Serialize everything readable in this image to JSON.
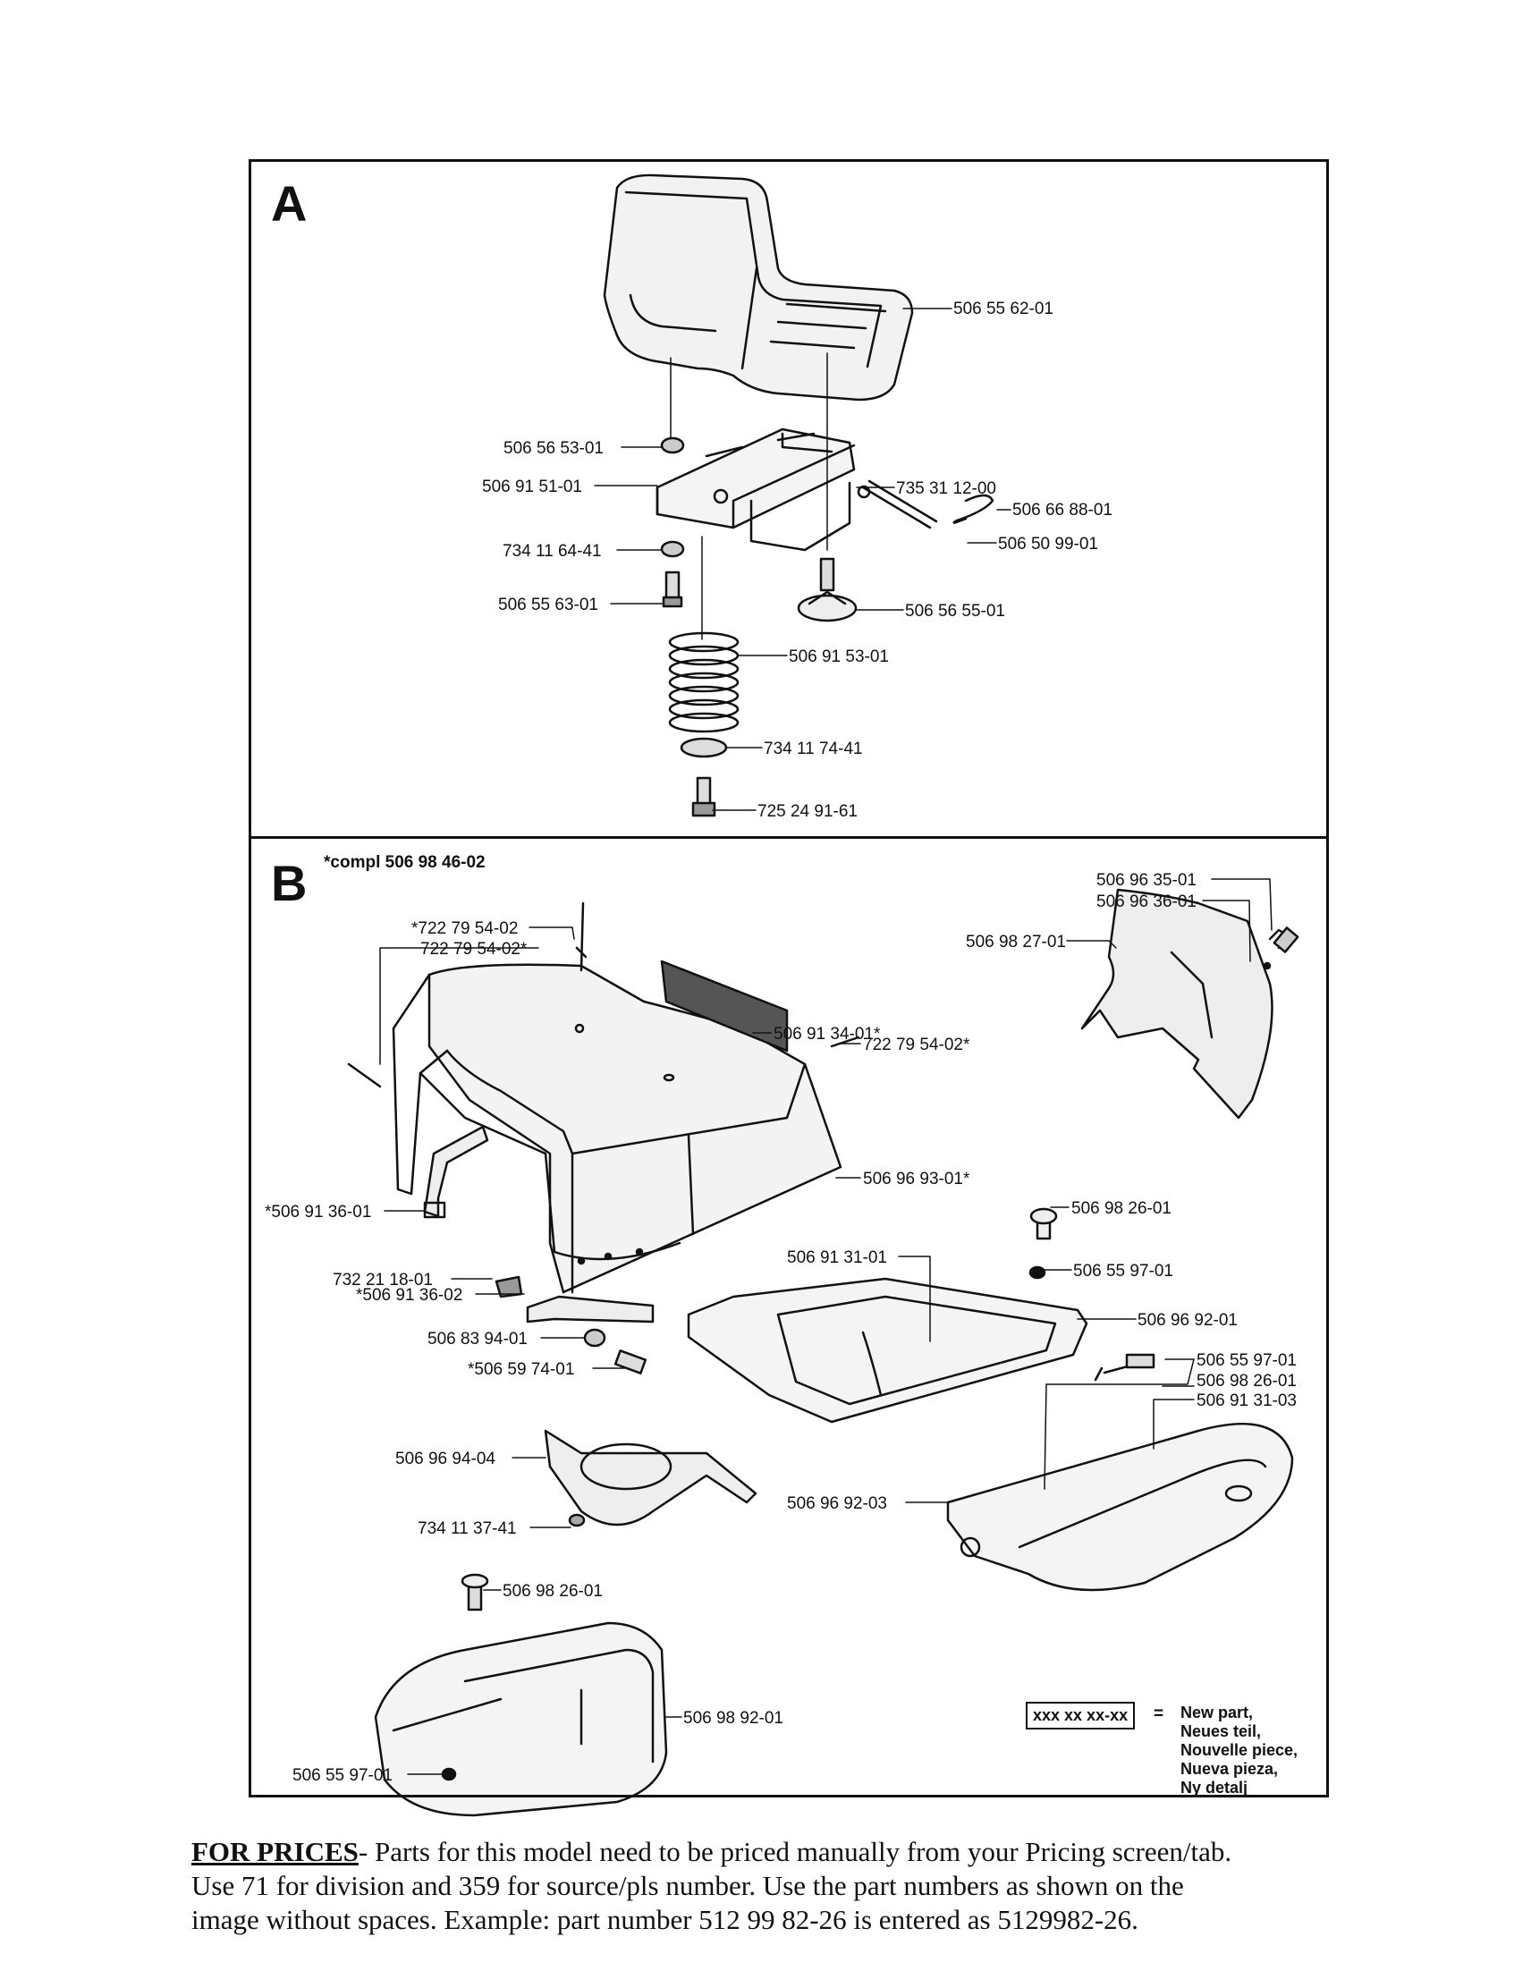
{
  "sections": {
    "a": {
      "letter": "A"
    },
    "b": {
      "letter": "B",
      "kit": "*compl 506 98 46-02"
    }
  },
  "labels_a": [
    "506 55 62-01",
    "506 56 53-01",
    "506 91 51-01",
    "735 31 12-00",
    "506 66 88-01",
    "506 50 99-01",
    "734 11 64-41",
    "506 55 63-01",
    "506 56 55-01",
    "506 91 53-01",
    "734 11 74-41",
    "725 24 91-61"
  ],
  "labels_b": [
    "506 96 35-01",
    "506 96 36-01",
    "506 98 27-01",
    "*722 79 54-02",
    "722 79 54-02*",
    "506 91 34-01*",
    "722 79 54-02*",
    "506 96 93-01*",
    "*506 91 36-01",
    "506 98 26-01",
    "506 55 97-01",
    "506 91 31-01",
    "732 21 18-01",
    "*506 91 36-02",
    "506 96 92-01",
    "506 83 94-01",
    "*506 59 74-01",
    "506 55 97-01",
    "506 98 26-01",
    "506 91 31-03",
    "506 96 94-04",
    "506 96 92-03",
    "734 11 37-41",
    "506 98 26-01",
    "506 98 92-01",
    "506 55 97-01"
  ],
  "legend": {
    "box": "xxx xx xx-xx",
    "equals": "=",
    "lines": [
      "New part,",
      "Neues teil,",
      "Nouvelle piece,",
      "Nueva pieza,",
      "Ny detalj"
    ]
  },
  "footer": {
    "for_prices": "FOR PRICES",
    "line1_rest": "- Parts for this model need to be priced manually from your Pricing screen/tab.",
    "line2": "Use 71 for division and 359 for source/pls number.   Use the part numbers as shown on the",
    "line3": "image without spaces.  Example: part number 512 99 82-26 is entered as 5129982-26."
  }
}
